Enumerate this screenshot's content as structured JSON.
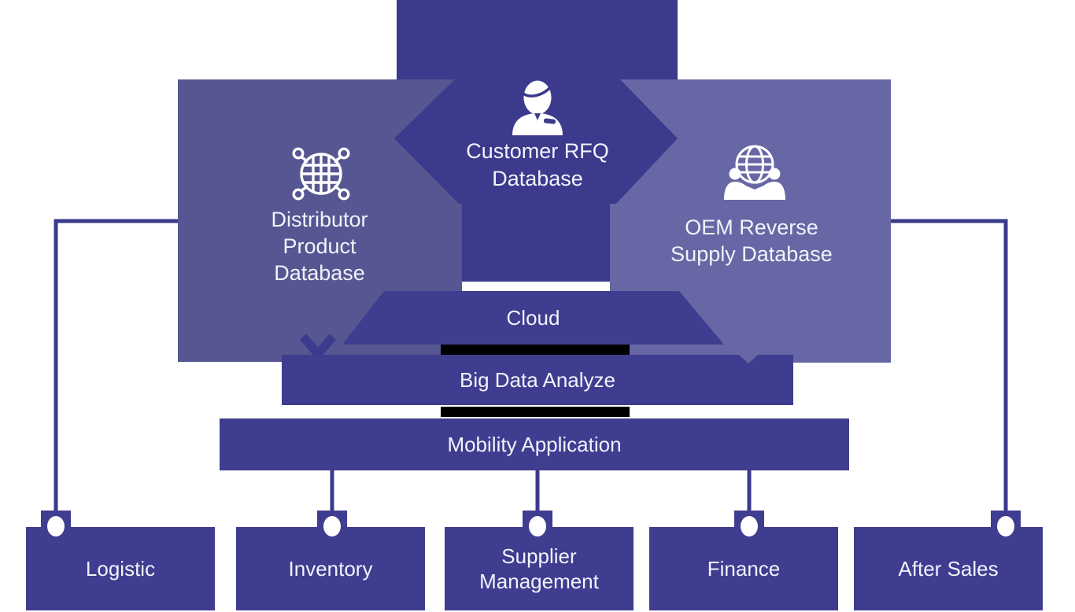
{
  "diagram": {
    "center": {
      "label": "Customer RFQ\nDatabase",
      "icon": "customer-icon"
    },
    "left": {
      "label": "Distributor\nProduct\nDatabase",
      "icon": "globe-network-icon"
    },
    "right": {
      "label": "OEM Reverse\nSupply Database",
      "icon": "global-partnership-icon"
    },
    "layers": {
      "cloud": "Cloud",
      "big_data": "Big Data Analyze",
      "mobility": "Mobility Application"
    },
    "bottom_row": [
      {
        "label": "Logistic"
      },
      {
        "label": "Inventory"
      },
      {
        "label": "Supplier\nManagement"
      },
      {
        "label": "Finance"
      },
      {
        "label": "After Sales"
      }
    ],
    "theme": {
      "dark": "#3B3A8C",
      "medium": "#565692",
      "light": "#6767A5",
      "bar": "#3E3D90",
      "black": "#000000",
      "text": "#F2F2FA",
      "bg": "#FFFFFF"
    }
  }
}
